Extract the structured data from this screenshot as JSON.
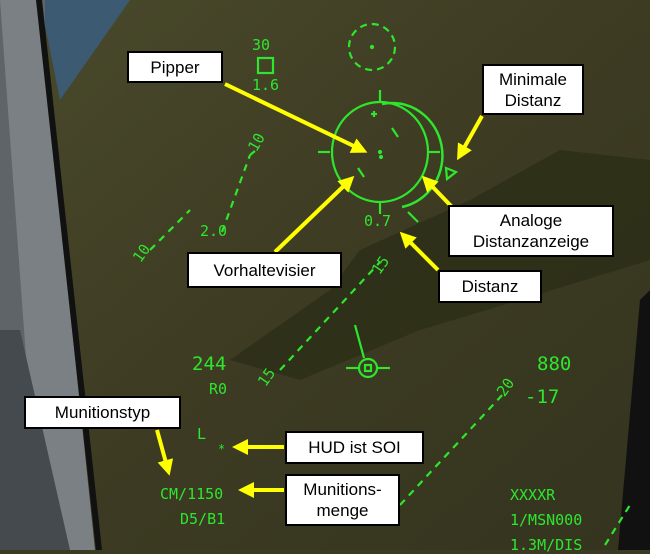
{
  "colors": {
    "hud": "#2ee62e",
    "annotation_arrow": "#ffff00",
    "terrain": "#3b3a22"
  },
  "hud": {
    "bank_value": "30",
    "g_value": "1.6",
    "ladder_upper_right": "10",
    "ladder_upper_left": "10",
    "ladder_mid_value": "2.0",
    "distance_value": "0.7",
    "ladder_15_right": "15",
    "ladder_15_left": "15",
    "airspeed": "244",
    "airspeed_sub": "R0",
    "altitude": "880",
    "vertical_value": "-17",
    "ladder_20": "20",
    "l_marker": "L",
    "soi_marker": "*",
    "weapon_line": "CM/1150",
    "weapon_sub": "D5/B1",
    "steerpoint_line1": "XXXXR",
    "steerpoint_line2": "1/MSN000",
    "steerpoint_line3": "1.3M/DIS"
  },
  "annotations": {
    "pipper": "Pipper",
    "min_distance": "Minimale Distanz",
    "analog_distance": "Analoge Distanzanzeige",
    "lead_sight": "Vorhaltevisier",
    "distance": "Distanz",
    "weapon_type": "Munitionstyp",
    "hud_soi": "HUD ist SOI",
    "weapon_amount": "Munitions-menge"
  }
}
